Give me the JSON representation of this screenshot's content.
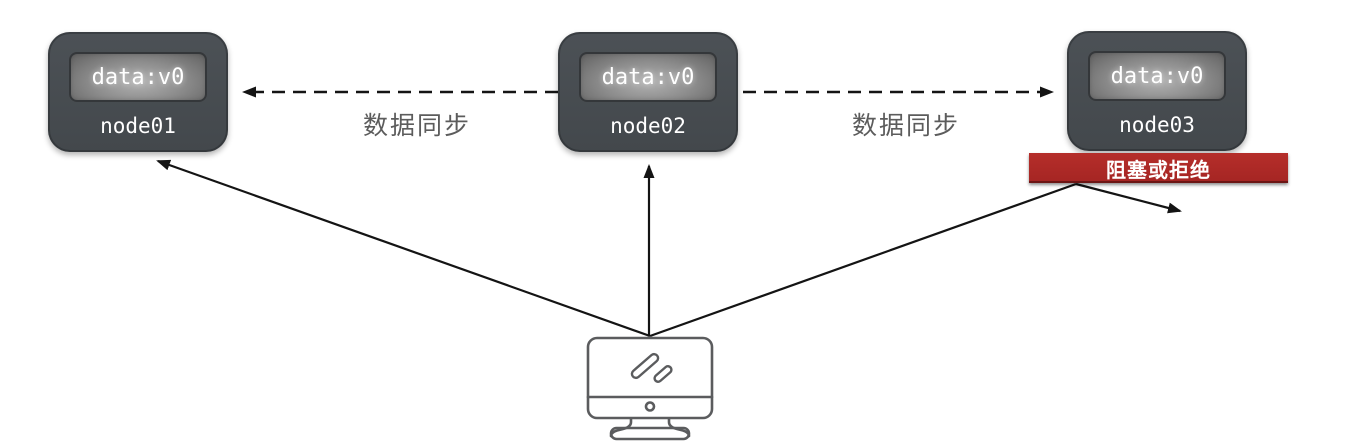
{
  "diagram": {
    "nodes": [
      {
        "name": "node01",
        "data_tag": "data:v0"
      },
      {
        "name": "node02",
        "data_tag": "data:v0"
      },
      {
        "name": "node03",
        "data_tag": "data:v0"
      }
    ],
    "sync_labels": [
      {
        "text": "数据同步"
      },
      {
        "text": "数据同步"
      }
    ],
    "block_banner": {
      "text": "阻塞或拒绝",
      "color": "#ae2927"
    },
    "client_icon": "computer-monitor-icon",
    "colors": {
      "node_fill": "#474c51",
      "node_screen_gray": "#8c8c8c",
      "node_text": "#ffffff",
      "banner_red": "#ae2927",
      "banner_text": "#ffffff",
      "arrow_black": "#141414",
      "sync_label_gray": "#5c5c5c",
      "monitor_stroke": "#5b5c5e"
    }
  }
}
